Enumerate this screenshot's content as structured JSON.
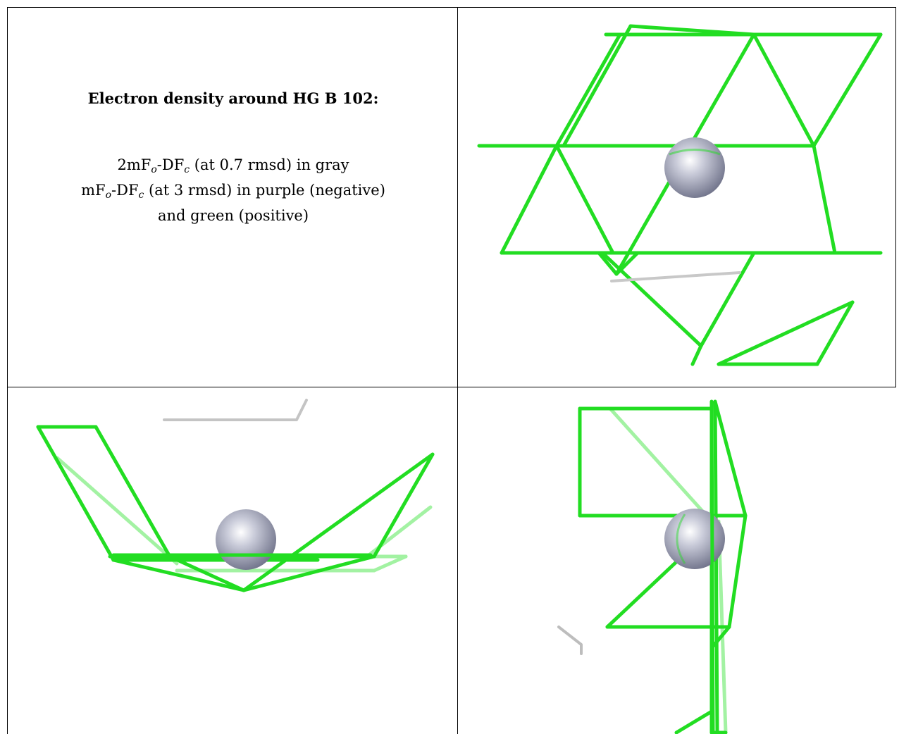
{
  "caption": {
    "title": "Electron density around HG B 102:",
    "line1": {
      "a": "2mF",
      "sub1": "o",
      "b": "-DF",
      "sub2": "c",
      "c": " (at 0.7 rmsd) in gray"
    },
    "line2": {
      "a": "mF",
      "sub1": "o",
      "b": "-DF",
      "sub2": "c",
      "c": " (at 3 rmsd) in purple (negative)"
    },
    "line3": "and green (positive)"
  },
  "colors": {
    "mesh_positive": "#22dd22",
    "mesh_gray": "#bbbbbb",
    "atom": "#a9abbd"
  },
  "views": [
    {
      "name": "view-top-right"
    },
    {
      "name": "view-bottom-left"
    },
    {
      "name": "view-bottom-right"
    }
  ]
}
